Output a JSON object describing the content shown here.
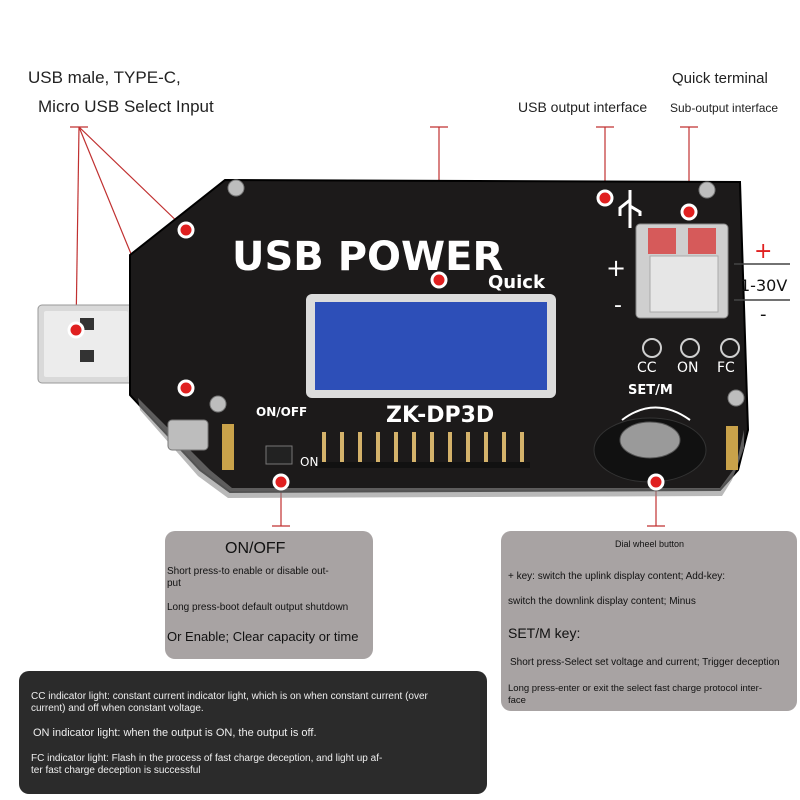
{
  "callouts": {
    "usb_input_line1": "USB male, TYPE-C,",
    "usb_input_line2": "Micro USB Select Input",
    "usb_output": "USB output interface",
    "quick_terminal": "Quick terminal",
    "sub_output": "Sub-output interface"
  },
  "board": {
    "brand": "USB POWER",
    "brand_sub": "Quick",
    "model": "ZK-DP3D",
    "onoff_label": "ON/OFF",
    "on_label": "ON",
    "indicators": [
      "CC",
      "ON",
      "FC"
    ],
    "setm_label": "SET/M",
    "plus": "+",
    "minus": "-",
    "voltage_range": "1-30V",
    "plus_red": "+",
    "minus_right": "-"
  },
  "onoff_box": {
    "title": "ON/OFF",
    "line1": "Short press-to enable or disable out-",
    "line2": "put",
    "line3": "Long press-boot default output shutdown",
    "line4": "Or Enable; Clear capacity or time"
  },
  "dial_box": {
    "title": "Dial wheel button",
    "line1": "+ key: switch the uplink display content; Add-key:",
    "line2": "switch the downlink display content; Minus",
    "setm_title": "SET/M key:",
    "line3": "Short press-Select set voltage and current; Trigger deception",
    "line4": "Long press-enter or exit the select fast charge protocol inter-",
    "line5": "face"
  },
  "indicator_box": {
    "cc_line1": "CC indicator light: constant current indicator light, which is on when constant current (over",
    "cc_line2": "current) and off when constant voltage.",
    "on_line": "ON indicator light: when the output is ON, the output is off.",
    "fc_line1": "FC indicator light: Flash in the process of fast charge deception, and light up af-",
    "fc_line2": "ter fast charge deception is successful"
  },
  "colors": {
    "board": "#1c1a1a",
    "screen": "#2d4fb8",
    "marker": "#e02020",
    "grey_box": "#a8a3a3",
    "black_box": "#2b2b2b"
  }
}
